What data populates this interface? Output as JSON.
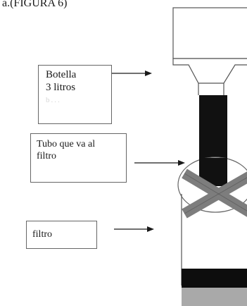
{
  "top_fragment": "a.(FIGURA 6)",
  "labels": {
    "bottle_line1": "Botella",
    "bottle_line2": "3 litros",
    "bottle_line3": "b...",
    "tube_line1": "Tubo que va al",
    "tube_line2": "filtro",
    "filter": "filtro"
  },
  "colors": {
    "outline": "#555555",
    "tube": "#111111",
    "cross": "#7d7d7d",
    "band": "#0d0d0d",
    "base": "#a9a9a9"
  }
}
